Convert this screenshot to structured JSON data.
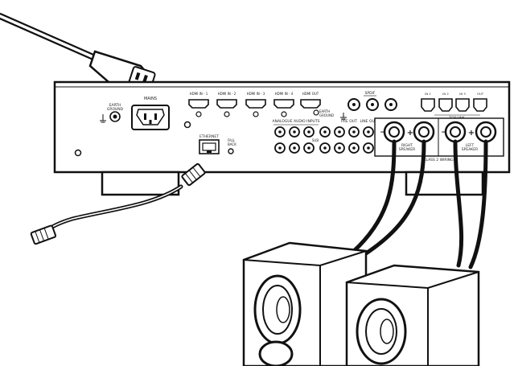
{
  "labels": {
    "earth_ground": [
      "EARTH",
      "GROUND"
    ],
    "mains": "MAINS",
    "hdmi": [
      "HDMI IN - 1",
      "HDMI IN - 2",
      "HDMI IN - 3",
      "HDMI IN - 4",
      "HDMI OUT"
    ],
    "earth_ground_2": [
      "EARTH",
      "GROUND"
    ],
    "spdif": "SPDIF",
    "spdif_ports": [
      "IN 1",
      "IN 2",
      "OUT"
    ],
    "toslink_ports": [
      "IN 1",
      "IN 2",
      "IN 3",
      "OUT"
    ],
    "toslink": "TOSLINK",
    "ethernet": "ETHERNET",
    "fall_back": [
      "FALL",
      "BACK"
    ],
    "analogue": "ANALOGUE AUDIO INPUTS",
    "pre_out": "PRE OUT",
    "line_out": "LINE OUT",
    "sub": "SUB",
    "right_speaker": [
      "RIGHT",
      "SPEAKER"
    ],
    "left_speaker": [
      "LEFT",
      "SPEAKER"
    ],
    "class2": "CLASS 2 WIRING",
    "minus": "−",
    "plus": "+"
  }
}
